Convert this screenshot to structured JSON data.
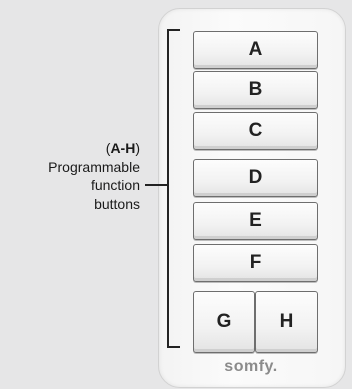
{
  "buttons": {
    "a": "A",
    "b": "B",
    "c": "C",
    "d": "D",
    "e": "E",
    "f": "F",
    "g": "G",
    "h": "H"
  },
  "callout": {
    "open_paren": "(",
    "range": "A-H",
    "close_paren": ")",
    "line1": "Programmable",
    "line2": "function",
    "line3": "buttons"
  },
  "brand": "somfy."
}
